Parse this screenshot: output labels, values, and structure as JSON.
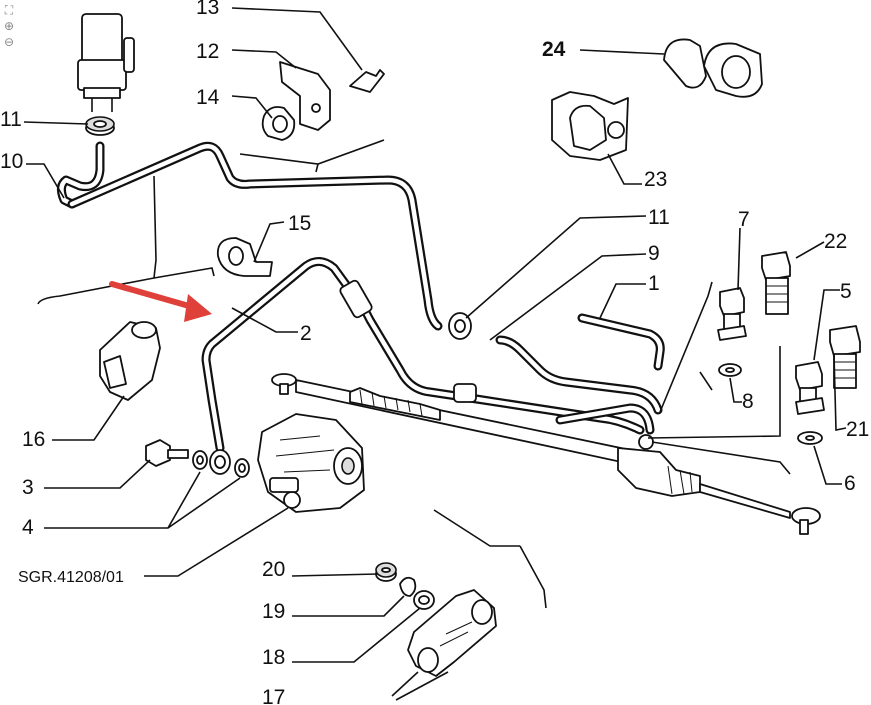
{
  "toolbar": {
    "fit_icon": "fit-screen-icon",
    "zoom_in_icon": "zoom-in-icon",
    "zoom_out_icon": "zoom-out-icon",
    "fit_glyph": "⛶",
    "zoom_in_glyph": "⊕",
    "zoom_out_glyph": "⊖"
  },
  "diagram": {
    "code": "SGR.41208/01",
    "callouts": {
      "c1": "1",
      "c2": "2",
      "c3": "3",
      "c4": "4",
      "c5": "5",
      "c6": "6",
      "c7": "7",
      "c8": "8",
      "c9": "9",
      "c10": "10",
      "c11a": "11",
      "c11b": "11",
      "c12": "12",
      "c13": "13",
      "c14": "14",
      "c15": "15",
      "c16": "16",
      "c17": "17",
      "c18": "18",
      "c19": "19",
      "c20": "20",
      "c21": "21",
      "c22": "22",
      "c23": "23",
      "c24": "24"
    },
    "accent_arrow_color": "#e0403a",
    "line_color": "#111111"
  }
}
